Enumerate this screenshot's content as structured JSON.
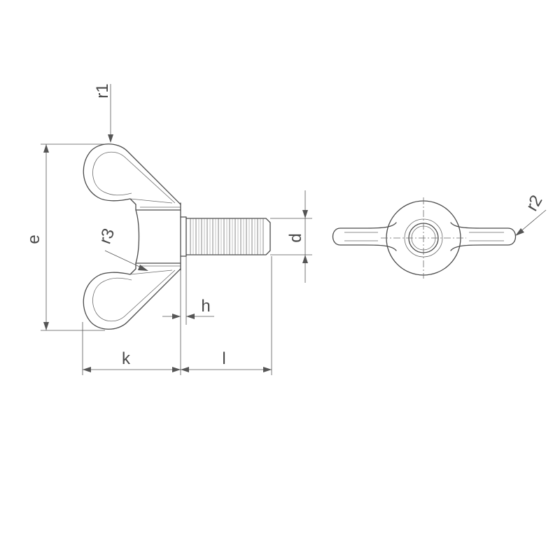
{
  "drawing": {
    "labels": {
      "r1": "r1",
      "r2": "r2",
      "r3": "r3",
      "e": "e",
      "k": "k",
      "h": "h",
      "l": "l",
      "d": "d"
    }
  }
}
